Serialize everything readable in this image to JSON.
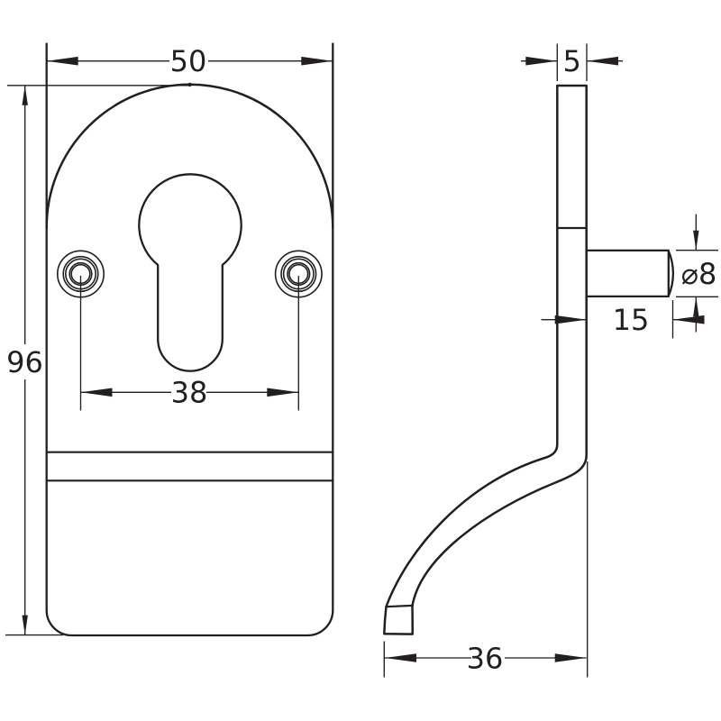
{
  "drawing": {
    "background": "#ffffff",
    "line_color": "#231f20",
    "front_view": {
      "dim_overall_width": "50",
      "dim_overall_height": "96",
      "dim_fixing_centres": "38"
    },
    "side_view": {
      "dim_plate_thickness": "5",
      "dim_pin_diameter": "⌀8",
      "dim_pin_projection": "15",
      "dim_pull_projection": "36"
    }
  }
}
